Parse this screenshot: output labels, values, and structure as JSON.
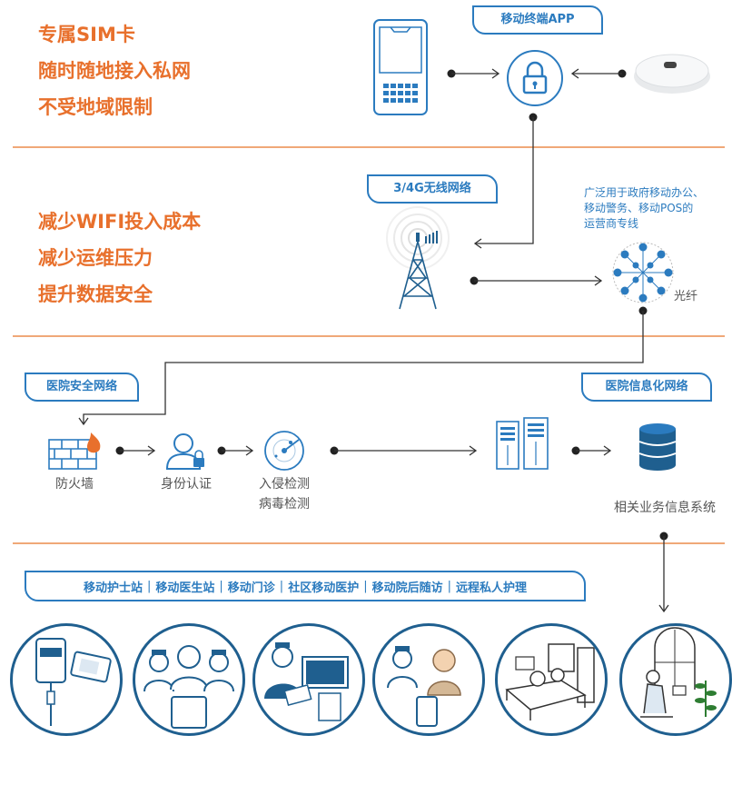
{
  "left_notes": {
    "sim": [
      "专属SIM卡",
      "随时随地接入私网",
      "不受地域限制"
    ],
    "wifi": [
      "减少WIFI投入成本",
      "减少运维压力",
      "提升数据安全"
    ]
  },
  "tags": {
    "mobile_app": "移动终端APP",
    "wireless": "3/4G无线网络",
    "hospital_security": "医院安全网络",
    "hospital_info": "医院信息化网络"
  },
  "fiber_note": [
    "广泛用于政府移动办公、",
    "移动警务、移动POS的",
    "运营商专线"
  ],
  "fiber_label": "光纤",
  "security_steps": {
    "firewall": "防火墙",
    "identity": "身份认证",
    "intrusion": [
      "入侵检测",
      "病毒检测"
    ]
  },
  "info_system_label": "相关业务信息系统",
  "services": [
    "移动护士站",
    "移动医生站",
    "移动门诊",
    "社区移动医护",
    "移动院后随访",
    "远程私人护理"
  ],
  "colors": {
    "accent": "#e8702c",
    "primary": "#2b7bbf",
    "dark": "#1f5f8f",
    "line": "#f0a878"
  }
}
